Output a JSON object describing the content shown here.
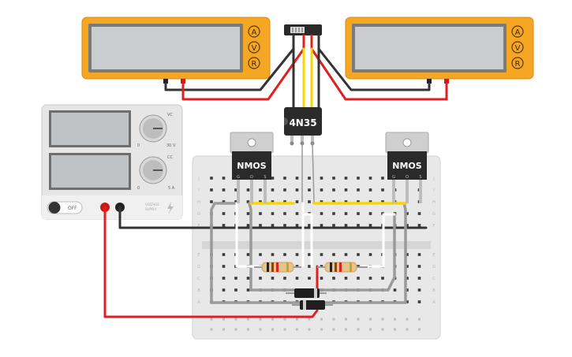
{
  "meters": {
    "left": {
      "buttons": [
        "A",
        "V",
        "R"
      ]
    },
    "right": {
      "buttons": [
        "A",
        "V",
        "R"
      ]
    }
  },
  "power_supply": {
    "knob_top": {
      "label": "VC",
      "min": "0",
      "max": "30 V"
    },
    "knob_bottom": {
      "label": "CC",
      "min": "0",
      "max": "5 A"
    },
    "switch_label": "OFF",
    "brand_line1": "VOLTAGE",
    "brand_line2": "SUPPLY"
  },
  "optocoupler": {
    "label": "4N35"
  },
  "mosfets": {
    "left": {
      "label": "NMOS",
      "pins": [
        "G",
        "D",
        "S"
      ]
    },
    "right": {
      "label": "NMOS",
      "pins": [
        "G",
        "D",
        "S"
      ]
    }
  },
  "breadboard": {
    "row_letters": [
      "J",
      "I",
      "H",
      "G",
      "F",
      "E",
      "D",
      "C",
      "B",
      "A"
    ]
  },
  "colors": {
    "meter_body": "#f5a623",
    "wire_red": "#e02020",
    "wire_black": "#333333",
    "wire_yellow": "#f8d600",
    "wire_gray": "#9a9a9a",
    "board": "#e8e8e8"
  }
}
